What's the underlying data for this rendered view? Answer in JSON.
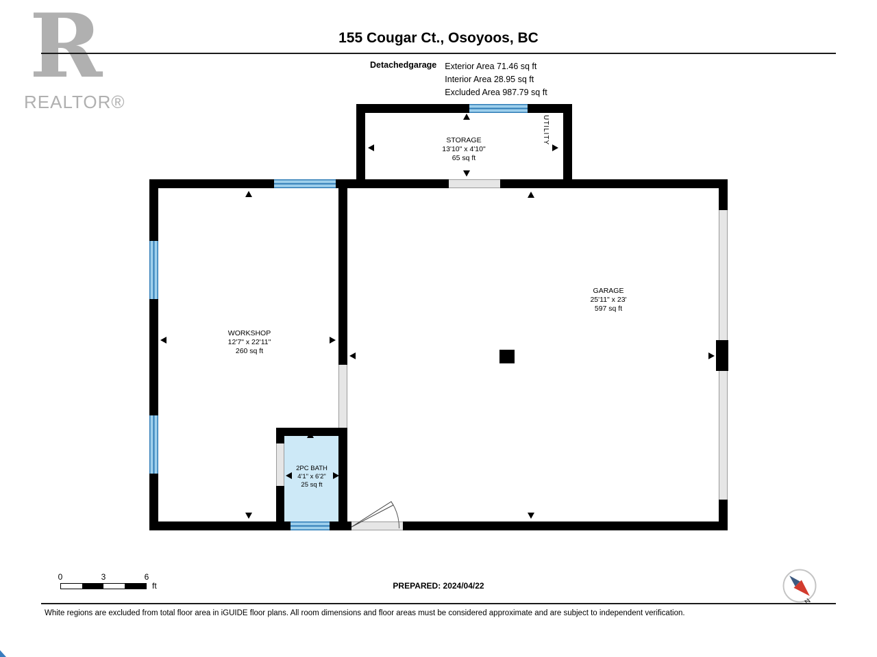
{
  "header": {
    "logo_r": "R",
    "logo_text": "REALTOR®",
    "title": "155 Cougar Ct., Osoyoos, BC",
    "floor_label": "Detachedgarage",
    "area_lines": [
      "Exterior Area 71.46 sq ft",
      "Interior Area 28.95 sq ft",
      "Excluded Area 987.79 sq ft"
    ]
  },
  "rooms": {
    "storage": {
      "name": "STORAGE",
      "dims": "13'10\" x 4'10\"",
      "area": "65 sq ft"
    },
    "utility": {
      "name": "UTILITY"
    },
    "workshop": {
      "name": "WORKSHOP",
      "dims": "12'7\" x 22'11\"",
      "area": "260 sq ft"
    },
    "garage": {
      "name": "GARAGE",
      "dims": "25'11\" x 23'",
      "area": "597 sq ft"
    },
    "bath": {
      "name": "2PC BATH",
      "dims": "4'1\" x 6'2\"",
      "area": "25 sq ft"
    }
  },
  "footer": {
    "scale_ticks": [
      "0",
      "3",
      "6"
    ],
    "scale_unit": "ft",
    "prepared": "PREPARED: 2024/04/22",
    "compass_n": "N",
    "disclaimer": "White regions are excluded from total floor area in iGUIDE floor plans. All room dimensions and floor areas must be considered approximate and are subject to independent verification."
  },
  "colors": {
    "wall": "#000000",
    "window_blue": "#9fd0ec",
    "window_line": "#2f7cb6",
    "door_gray": "#e6e6e6",
    "bath_fill": "#cde9f7",
    "logo_gray": "#b0b0b0"
  }
}
